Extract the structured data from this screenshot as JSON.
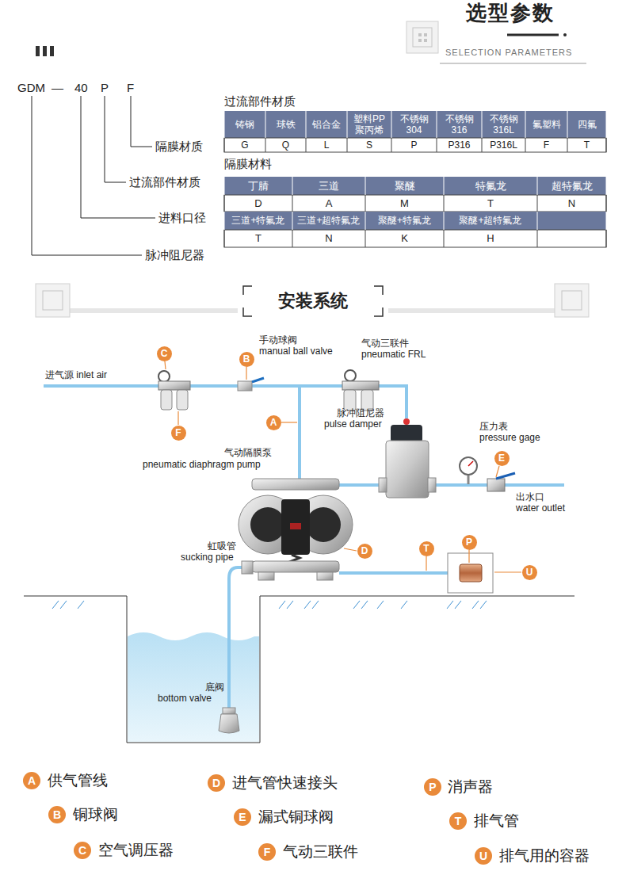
{
  "diagram": {
    "title": "选型参数",
    "nodes": [
      {
        "text": [
          "C"
        ]
      },
      {
        "text": [
          "B"
        ]
      },
      {
        "text": [
          "A"
        ]
      },
      {
        "text": [
          "F"
        ]
      },
      {
        "text": [
          "E"
        ]
      },
      {
        "text": [
          "D"
        ]
      },
      {
        "text": [
          "T"
        ]
      },
      {
        "text": [
          "P"
        ]
      },
      {
        "text": [
          "U"
        ]
      },
      {
        "text": [
          "A"
        ]
      },
      {
        "text": [
          "B"
        ]
      },
      {
        "text": [
          "C"
        ]
      },
      {
        "text": [
          "D"
        ]
      },
      {
        "text": [
          "E"
        ]
      },
      {
        "text": [
          "F"
        ]
      },
      {
        "text": [
          "P"
        ]
      },
      {
        "text": [
          "T"
        ]
      },
      {
        "text": [
          "U"
        ]
      }
    ],
    "labels": [
      "SELECTION PARAMETERS",
      "GDM",
      "—",
      "40",
      "P",
      "F",
      "隔膜材质",
      "过流部件材质",
      "进料口径",
      "脉冲阻尼器",
      "过流部件材质",
      "铸钢",
      "球铁",
      "铝合金",
      "塑料PP 聚丙烯",
      "不锈钢 304",
      "不锈钢 316",
      "不锈钢 316L",
      "氟塑料",
      "四氟",
      "G",
      "Q",
      "L",
      "S",
      "P",
      "P316",
      "P316L",
      "F",
      "T",
      "隔膜材料",
      "丁腈",
      "三道",
      "聚醚",
      "特氟龙",
      "超特氟龙",
      "D",
      "A",
      "M",
      "T",
      "N",
      "三道+特氟龙",
      "三道+超特氟龙",
      "聚醚+特氟龙",
      "聚醚+超特氟龙",
      "T",
      "N",
      "K",
      "H",
      "安装系统",
      "进气源 inlet air",
      "手动球阀",
      "manual ball valve",
      "气动三联件",
      "pneumatic FRL",
      "脉冲阻尼器",
      "pulse damper",
      "压力表",
      "pressure gage",
      "气动隔膜泵",
      "pneumatic diaphragm pump",
      "出水口",
      "water outlet",
      "虹吸管",
      "sucking pipe",
      "底阀",
      "bottom valve",
      "供气管线",
      "铜球阀",
      "空气调压器",
      "进气管快速接头",
      "漏式铜球阀",
      "气动三联件",
      "消声器",
      "排气管",
      "排气用的容器"
    ]
  }
}
